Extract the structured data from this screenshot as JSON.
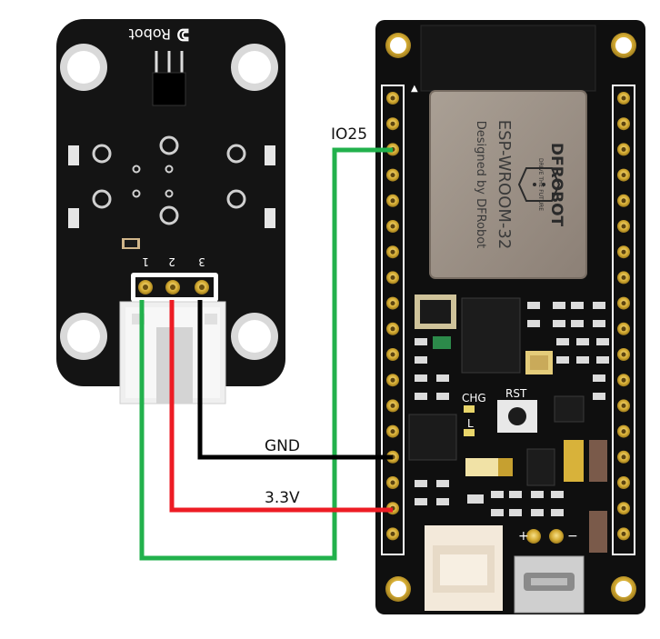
{
  "sensor_board": {
    "logo_text": "Robot",
    "pin_labels": [
      "1",
      "2",
      "3"
    ]
  },
  "esp_board": {
    "module_brand": "DFROBOT",
    "module_slogan": "DRIVE THE FUTURE",
    "module_name": "ESP-WROOM-32",
    "module_designer": "Designed by DFRobot",
    "chg_label": "CHG",
    "l_label": "L",
    "rst_label": "RST",
    "plus_label": "+",
    "minus_label": "−"
  },
  "wires": {
    "signal_label": "IO25",
    "gnd_label": "GND",
    "vcc_label": "3.3V"
  },
  "colors": {
    "signal_wire": "#22b14c",
    "gnd_wire": "#000000",
    "vcc_wire": "#ed1c24",
    "pcb": "#111111",
    "gold": "#d8b23a",
    "module_shield": "#9c8f83"
  }
}
